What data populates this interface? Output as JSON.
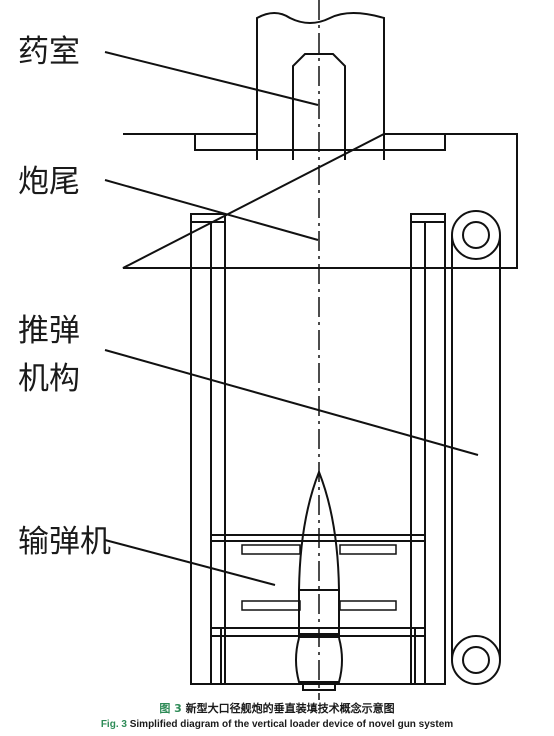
{
  "labels": {
    "chamber": "药室",
    "breech": "炮尾",
    "rammer_line1": "推弹",
    "rammer_line2": "机构",
    "conveyor": "输弹机"
  },
  "caption": {
    "cn_prefix": "图 3",
    "cn_text": " 新型大口径舰炮的垂直装填技术概念示意图",
    "en_prefix": "Fig. 3",
    "en_text": " Simplified diagram of the vertical loader device of novel gun system"
  },
  "colors": {
    "line": "#111111",
    "caption_accent": "#2e8b57"
  }
}
